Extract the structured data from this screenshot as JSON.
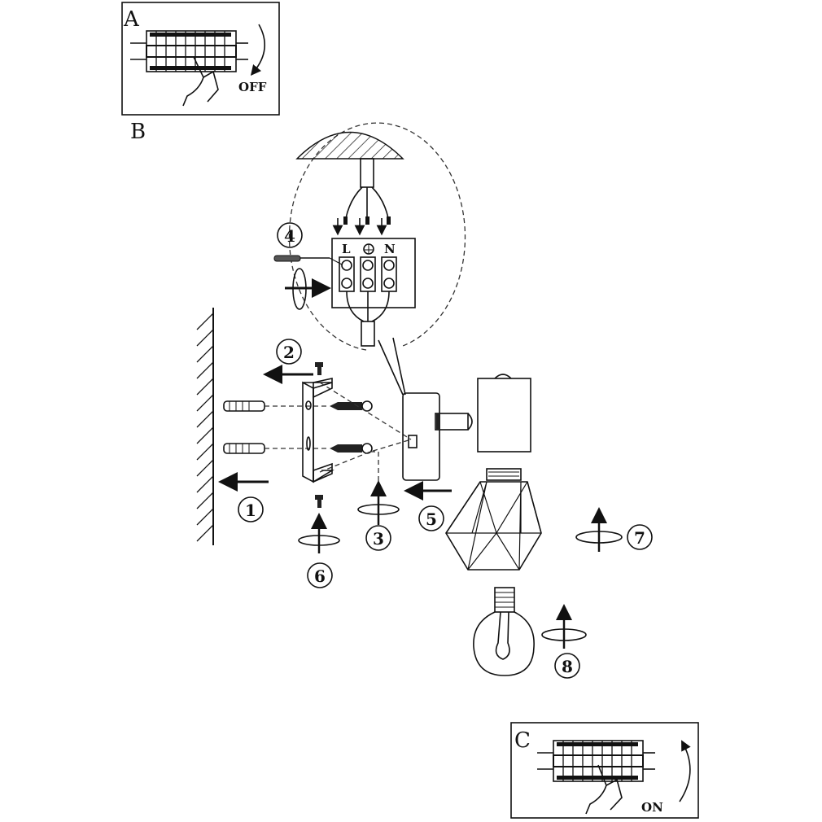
{
  "title": "Wall lamp installation diagram",
  "panels": {
    "a": {
      "letter": "A",
      "switch_label": "OFF"
    },
    "b": {
      "letter": "B"
    },
    "c": {
      "letter": "C",
      "switch_label": "ON"
    }
  },
  "terminal": {
    "live": "L",
    "neutral": "N",
    "earth_icon": "earth-symbol"
  },
  "steps": [
    "1",
    "2",
    "3",
    "4",
    "5",
    "6",
    "7",
    "8"
  ]
}
